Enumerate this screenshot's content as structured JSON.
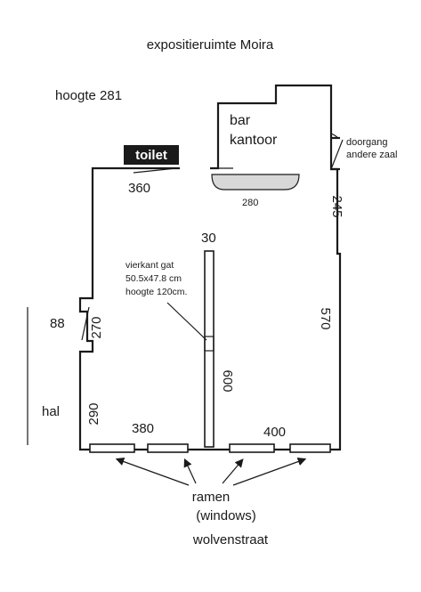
{
  "plan": {
    "title": "expositieruimte Moira",
    "height_label": "hoogte 281",
    "rooms": {
      "toilet": "toilet",
      "bar_line1": "bar",
      "bar_line2": "kantoor",
      "hall": "hal"
    },
    "door_note": {
      "line1": "doorgang",
      "line2": "andere zaal"
    },
    "hole_note": {
      "line1": "vierkant gat",
      "line2": "50.5x47.8 cm",
      "line3": "hoogte 120cm."
    },
    "dimensions": {
      "top_wall": "360",
      "counter": "280",
      "right_upper": "245",
      "partition_width": "30",
      "right_lower": "570",
      "left_door": "88",
      "left_upper": "270",
      "partition_length": "600",
      "left_lower": "290",
      "bottom_left": "380",
      "bottom_right": "400"
    },
    "windows_label_line1": "ramen",
    "windows_label_line2": "(windows)",
    "street_label": "wolvenstraat"
  },
  "colors": {
    "ink": "#1a1a1a",
    "toilet_fill": "#1a1a1a",
    "toilet_text": "#ffffff",
    "counter_fill": "#d8d8d8"
  }
}
